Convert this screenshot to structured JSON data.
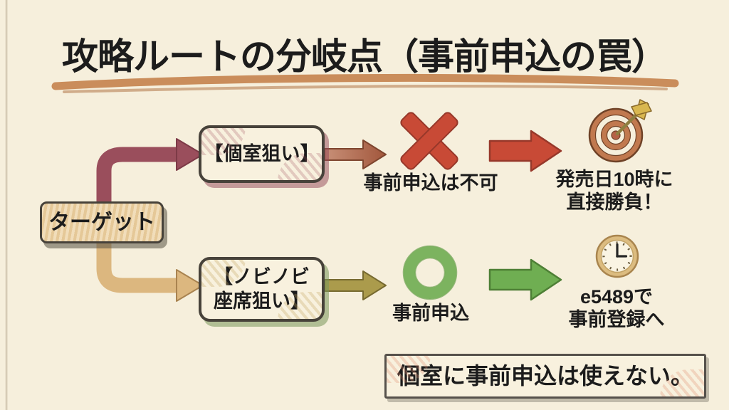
{
  "title": {
    "text": "攻略ルートの分岐点（事前申込の罠）"
  },
  "flow": {
    "target_label": "ターゲット",
    "top_branch": {
      "node_label": "【個室狙い】",
      "mark": "✕",
      "mark_caption": "事前申込は不可",
      "result_line1": "発売日10時に",
      "result_line2": "直接勝負！"
    },
    "bottom_branch": {
      "node_label_line1": "【ノビノビ",
      "node_label_line2": "座席狙い】",
      "mark": "◯",
      "mark_caption": "事前申込",
      "result_line1": "e5489で",
      "result_line2": "事前登録へ"
    }
  },
  "footer": {
    "note": "個室に事前申込は使えない。"
  },
  "colors": {
    "paper": "#f6efdc",
    "ink": "#1c1c1c",
    "box-border": "#47423a",
    "box-fill": "#f8f1de",
    "target-fill": "#ecd0a0",
    "maroon": "#9a4e5c",
    "maroon-dark": "#7d3a47",
    "tan": "#dcb77f",
    "tan-dark": "#a98350",
    "red": "#c84a36",
    "red-dark": "#97382a",
    "green": "#6fae52",
    "green-dark": "#4d7f35",
    "olive": "#ab9b4c",
    "olive-dark": "#776a30",
    "ring": "#7cb35f",
    "ring-dark": "#5f9a44",
    "underline": "#c5824d",
    "underline2": "#a96a38",
    "board": "#c1794f",
    "board-dark": "#6f4227",
    "bull": "#b56247",
    "gold": "#d9b74f",
    "gold-dark": "#8a6a2a",
    "rim": "#dcbc80",
    "rim-dark": "#a9854e",
    "tick": "#6a5c3e",
    "hand": "#262626"
  }
}
